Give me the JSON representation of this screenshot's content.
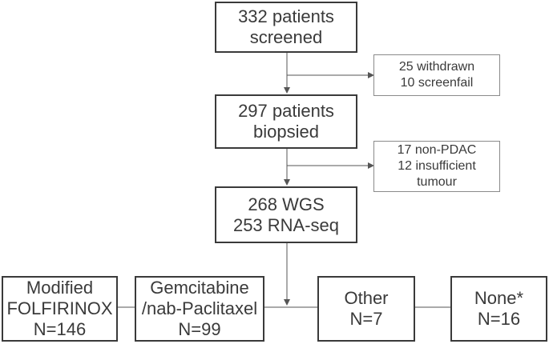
{
  "flow": {
    "screened": {
      "line1": "332 patients",
      "line2": "screened"
    },
    "exclusion1": {
      "line1": "25 withdrawn",
      "line2": "10 screenfail"
    },
    "biopsied": {
      "line1": "297 patients",
      "line2": "biopsied"
    },
    "exclusion2": {
      "line1": "17 non-PDAC",
      "line2": "12 insufficient",
      "line3": "tumour"
    },
    "sequenced": {
      "line1": "268 WGS",
      "line2": "253 RNA-seq"
    },
    "arms": [
      {
        "line1": "Modified",
        "line2": "FOLFIRINOX",
        "line3": "N=146"
      },
      {
        "line1": "Gemcitabine",
        "line2": "/nab-Paclitaxel",
        "line3": "N=99"
      },
      {
        "line1": "Other",
        "line2": "N=7"
      },
      {
        "line1": "None*",
        "line2": "N=16"
      }
    ]
  },
  "colors": {
    "box_border": "#3a3a3a",
    "side_border": "#8a8a8a",
    "connector": "#555555",
    "text": "#3a3a3a"
  }
}
